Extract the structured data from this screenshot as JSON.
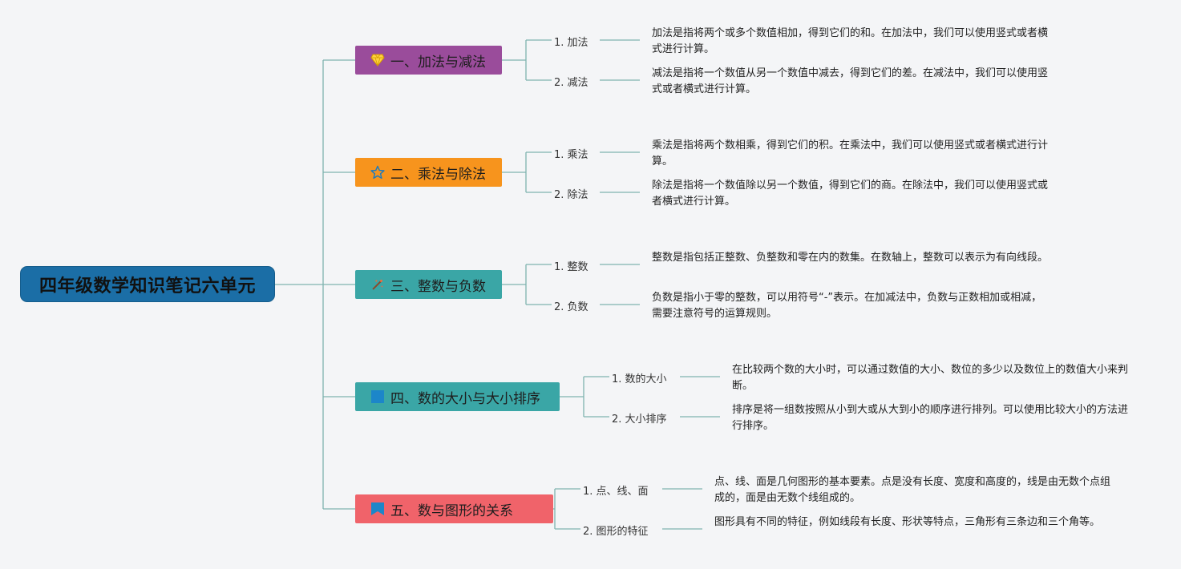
{
  "root": {
    "title": "四年级数学知识笔记六单元"
  },
  "branches": [
    {
      "title": "一、加法与减法",
      "icon": "diamond-icon",
      "color": "#9a4c9b",
      "items": [
        {
          "label": "1. 加法",
          "desc": "加法是指将两个或多个数值相加，得到它们的和。在加法中，我们可以使用竖式或者横式进行计算。"
        },
        {
          "label": "2. 减法",
          "desc": "减法是指将一个数值从另一个数值中减去，得到它们的差。在减法中，我们可以使用竖式或者横式进行计算。"
        }
      ]
    },
    {
      "title": "二、乘法与除法",
      "icon": "star-icon",
      "color": "#f7941d",
      "items": [
        {
          "label": "1. 乘法",
          "desc": "乘法是指将两个数相乘，得到它们的积。在乘法中，我们可以使用竖式或者横式进行计算。"
        },
        {
          "label": "2. 除法",
          "desc": "除法是指将一个数值除以另一个数值，得到它们的商。在除法中，我们可以使用竖式或者横式进行计算。"
        }
      ]
    },
    {
      "title": "三、整数与负数",
      "icon": "magic-wand-icon",
      "color": "#3aa6a6",
      "items": [
        {
          "label": "1. 整数",
          "desc": "整数是指包括正整数、负整数和零在内的数集。在数轴上，整数可以表示为有向线段。"
        },
        {
          "label": "2. 负数",
          "desc": "负数是指小于零的整数，可以用符号“-”表示。在加减法中，负数与正数相加或相减，需要注意符号的运算规则。"
        }
      ]
    },
    {
      "title": "四、数的大小与大小排序",
      "icon": "square-icon",
      "color": "#3aa6a6",
      "items": [
        {
          "label": "1. 数的大小",
          "desc": "在比较两个数的大小时，可以通过数值的大小、数位的多少以及数位上的数值大小来判断。"
        },
        {
          "label": "2. 大小排序",
          "desc": "排序是将一组数按照从小到大或从大到小的顺序进行排列。可以使用比较大小的方法进行排序。"
        }
      ]
    },
    {
      "title": "五、数与图形的关系",
      "icon": "flag-icon",
      "color": "#f0636a",
      "items": [
        {
          "label": "1. 点、线、面",
          "desc": "点、线、面是几何图形的基本要素。点是没有长度、宽度和高度的，线是由无数个点组成的，面是由无数个线组成的。"
        },
        {
          "label": "2. 图形的特征",
          "desc": "图形具有不同的特征，例如线段有长度、形状等特点，三角形有三条边和三个角等。"
        }
      ]
    }
  ],
  "colors": {
    "connector": "#7fb3b0",
    "root": "#1b6ea6"
  }
}
